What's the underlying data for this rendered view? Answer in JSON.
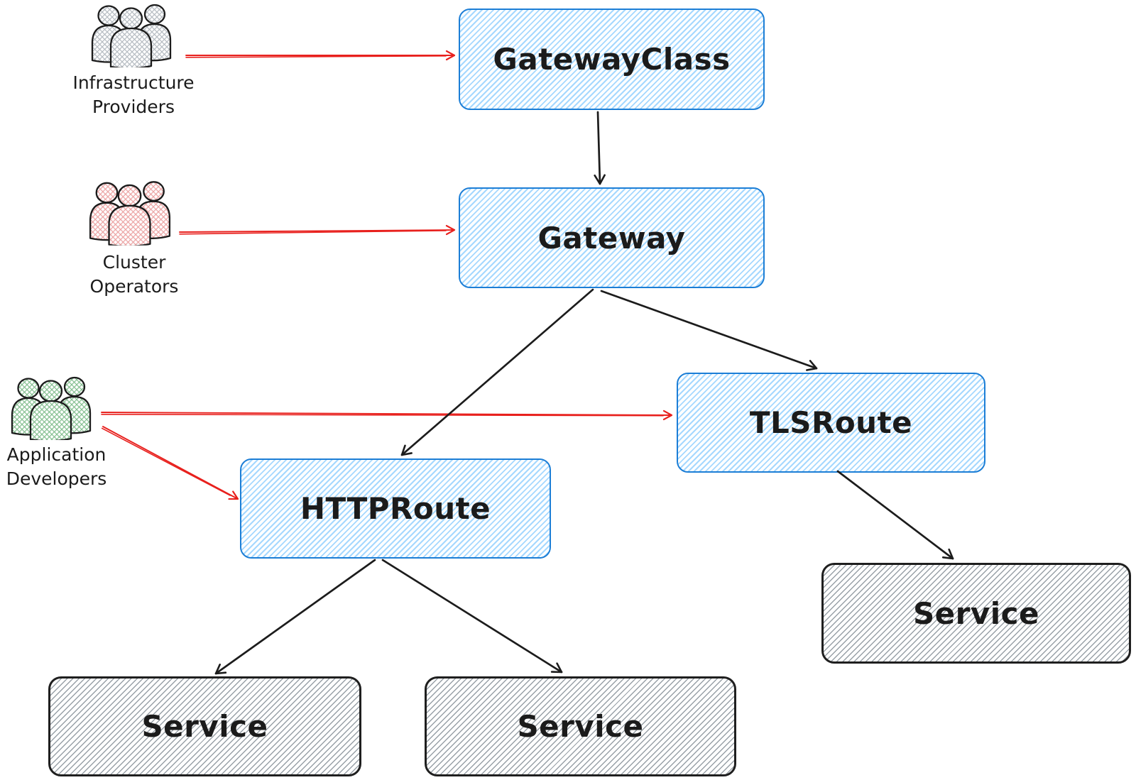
{
  "diagram": {
    "actors": [
      {
        "id": "infrastructure-providers",
        "label_lines": [
          "Infrastructure",
          "Providers"
        ],
        "color_role": "gray"
      },
      {
        "id": "cluster-operators",
        "label_lines": [
          "Cluster",
          "Operators"
        ],
        "color_role": "red"
      },
      {
        "id": "application-developers",
        "label_lines": [
          "Application",
          "Developers"
        ],
        "color_role": "green"
      }
    ],
    "nodes": [
      {
        "id": "gatewayclass",
        "label": "GatewayClass",
        "kind": "gateway-api-resource"
      },
      {
        "id": "gateway",
        "label": "Gateway",
        "kind": "gateway-api-resource"
      },
      {
        "id": "tlsroute",
        "label": "TLSRoute",
        "kind": "gateway-api-resource"
      },
      {
        "id": "httproute",
        "label": "HTTPRoute",
        "kind": "gateway-api-resource"
      },
      {
        "id": "service-left",
        "label": "Service",
        "kind": "kubernetes-service"
      },
      {
        "id": "service-middle",
        "label": "Service",
        "kind": "kubernetes-service"
      },
      {
        "id": "service-right",
        "label": "Service",
        "kind": "kubernetes-service"
      }
    ],
    "edges": [
      {
        "from": "infrastructure-providers",
        "to": "gatewayclass",
        "style": "red"
      },
      {
        "from": "cluster-operators",
        "to": "gateway",
        "style": "red"
      },
      {
        "from": "application-developers",
        "to": "tlsroute",
        "style": "red"
      },
      {
        "from": "application-developers",
        "to": "httproute",
        "style": "red"
      },
      {
        "from": "gatewayclass",
        "to": "gateway",
        "style": "black"
      },
      {
        "from": "gateway",
        "to": "httproute",
        "style": "black"
      },
      {
        "from": "gateway",
        "to": "tlsroute",
        "style": "black"
      },
      {
        "from": "httproute",
        "to": "service-left",
        "style": "black"
      },
      {
        "from": "httproute",
        "to": "service-middle",
        "style": "black"
      },
      {
        "from": "tlsroute",
        "to": "service-right",
        "style": "black"
      }
    ]
  },
  "colors": {
    "resource_border": "#1c7ed6",
    "resource_hatch": "#a5d8ff",
    "service_border": "#1f1f1f",
    "service_hatch": "#98a0a7",
    "arrow_red": "#e8201d",
    "arrow_black": "#1c1c1c",
    "actor_gray": "#b6bcc2",
    "actor_red": "#eca3a3",
    "actor_green": "#86c091",
    "text": "#1b1b1b"
  }
}
